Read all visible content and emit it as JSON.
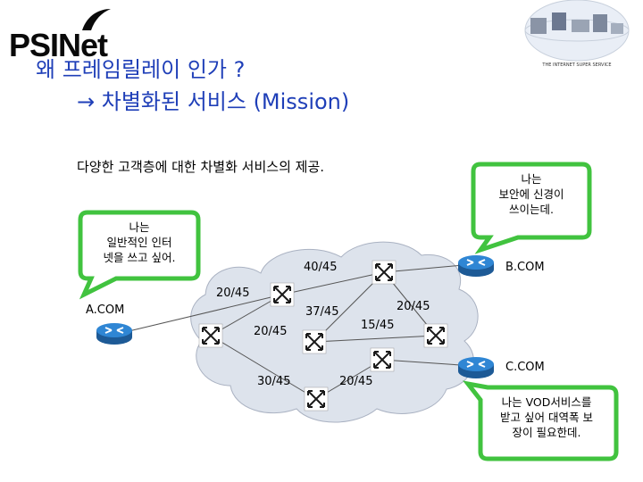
{
  "logo": {
    "text": "PSINet"
  },
  "banner": {
    "tagline": "THE INTERNET SUPER SERVICE"
  },
  "title": {
    "line1": "왜 프레임릴레이 인가 ?",
    "line2": "차별화된 서비스 (Mission)",
    "arrow": "→"
  },
  "subtitle": "다양한 고객층에 대한 차별화 서비스의 제공.",
  "bubbles": {
    "left": "나는\n일반적인 인터\n넷을 쓰고 싶어.",
    "top_right": "나는\n보안에 신경이\n쓰이는데.",
    "bottom_right": "나는 VOD서비스를\n받고 싶어 대역폭 보\n장이 필요한데."
  },
  "sites": {
    "a": "A.COM",
    "b": "B.COM",
    "c": "C.COM"
  },
  "links": {
    "l1": "40/45",
    "l2": "20/45",
    "l3": "37/45",
    "l4": "20/45",
    "l5": "15/45",
    "l6": "20/45",
    "l7": "30/45",
    "l8": "20/45"
  },
  "colors": {
    "title": "#1f3fb8",
    "bubble": "#41c33f",
    "cloud": "#dde3ec",
    "router": "#2a78c2"
  }
}
